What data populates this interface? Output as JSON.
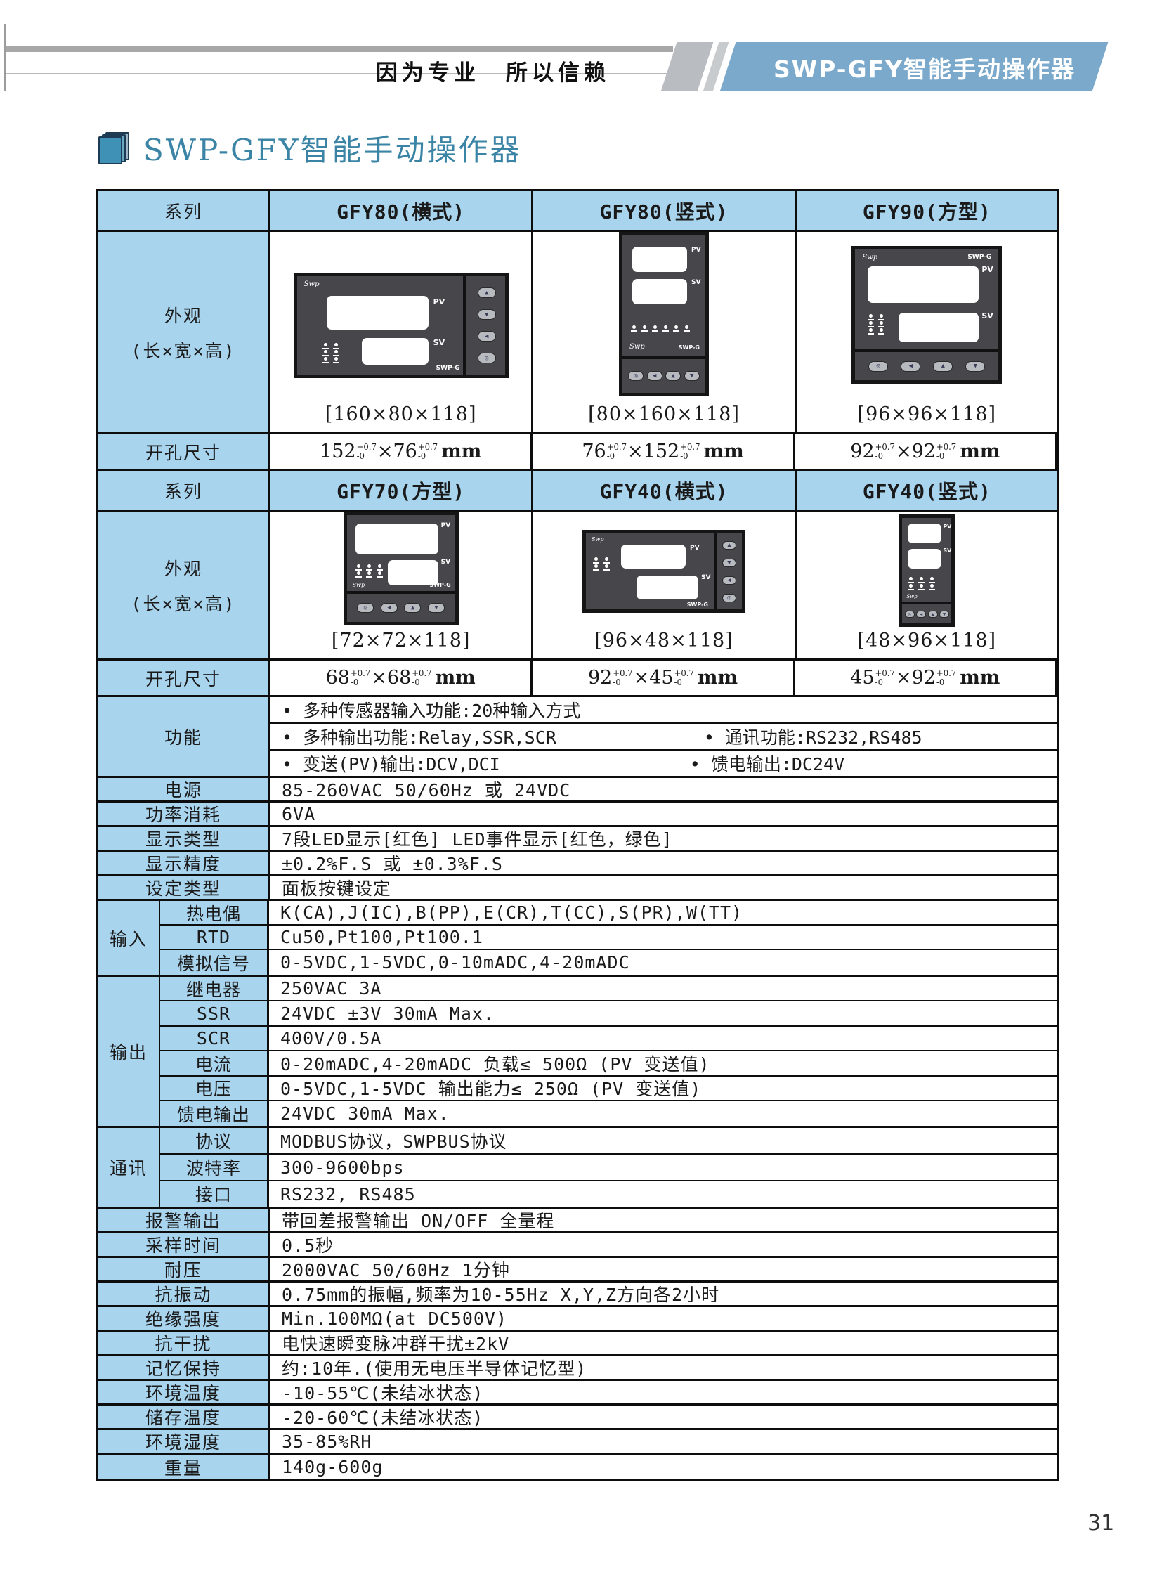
{
  "page": {
    "header_left": "因为专业　所以信赖",
    "header_right": "SWP-GFY智能手动操作器",
    "title": "SWP-GFY智能手动操作器",
    "page_number": "31"
  },
  "device": {
    "pv": "PV",
    "sv": "SV",
    "logo": "Swp",
    "model": "SWP-G"
  },
  "table": {
    "series_label": "系列",
    "appearance_label": "外观",
    "appearance_sublabel": "(长×宽×高)",
    "hole_label": "开孔尺寸",
    "times": "×",
    "unit": "mm",
    "tol_plus": "+0.7",
    "tol_minus": "-0",
    "models1": [
      "GFY80(横式)",
      "GFY80(竖式)",
      "GFY90(方型)"
    ],
    "dims1": [
      "[160×80×118]",
      "[80×160×118]",
      "[96×96×118]"
    ],
    "holes1": [
      {
        "a": "152",
        "b": "76"
      },
      {
        "a": "76",
        "b": "152"
      },
      {
        "a": "92",
        "b": "92"
      }
    ],
    "models2": [
      "GFY70(方型)",
      "GFY40(横式)",
      "GFY40(竖式)"
    ],
    "dims2": [
      "[72×72×118]",
      "[96×48×118]",
      "[48×96×118]"
    ],
    "holes2": [
      {
        "a": "68",
        "b": "68"
      },
      {
        "a": "92",
        "b": "45"
      },
      {
        "a": "45",
        "b": "92"
      }
    ],
    "features": {
      "label": "功能",
      "rows": [
        [
          "• 多种传感器输入功能:20种输入方式",
          ""
        ],
        [
          "• 多种输出功能:Relay,SSR,SCR",
          "• 通讯功能:RS232,RS485"
        ],
        [
          "• 变送(PV)输出:DCV,DCI",
          "• 馈电输出:DC24V"
        ]
      ]
    },
    "simple1": [
      {
        "label": "电源",
        "value": "85-260VAC  50/60Hz 或 24VDC"
      },
      {
        "label": "功率消耗",
        "value": "6VA"
      },
      {
        "label": "显示类型",
        "value": "7段LED显示[红色]     LED事件显示[红色，绿色]"
      },
      {
        "label": "显示精度",
        "value": "±0.2%F.S 或 ±0.3%F.S"
      },
      {
        "label": "设定类型",
        "value": "面板按键设定"
      }
    ],
    "groups": [
      {
        "label": "输入",
        "rows": [
          {
            "label": "热电偶",
            "value": "K(CA),J(IC),B(PP),E(CR),T(CC),S(PR),W(TT)"
          },
          {
            "label": "RTD",
            "value": "Cu50,Pt100,Pt100.1"
          },
          {
            "label": "模拟信号",
            "value": "0-5VDC,1-5VDC,0-10mADC,4-20mADC"
          }
        ]
      },
      {
        "label": "输出",
        "rows": [
          {
            "label": "继电器",
            "value": "250VAC 3A"
          },
          {
            "label": "SSR",
            "value": "24VDC ±3V 30mA Max."
          },
          {
            "label": "SCR",
            "value": "400V/0.5A"
          },
          {
            "label": "电流",
            "value": "0-20mADC,4-20mADC 负载≤ 500Ω (PV 变送值)"
          },
          {
            "label": "电压",
            "value": "0-5VDC,1-5VDC 输出能力≤ 250Ω (PV 变送值)"
          },
          {
            "label": "馈电输出",
            "value": "24VDC 30mA Max."
          }
        ]
      },
      {
        "label": "通讯",
        "rows": [
          {
            "label": "协议",
            "value": "MODBUS协议，SWPBUS协议"
          },
          {
            "label": "波特率",
            "value": "300-9600bps"
          },
          {
            "label": "接口",
            "value": "RS232, RS485"
          }
        ]
      }
    ],
    "simple2": [
      {
        "label": "报警输出",
        "value": "带回差报警输出   ON/OFF 全量程"
      },
      {
        "label": "采样时间",
        "value": "0.5秒"
      },
      {
        "label": "耐压",
        "value": "2000VAC 50/60Hz 1分钟"
      },
      {
        "label": "抗振动",
        "value": "0.75mm的振幅,频率为10-55Hz X,Y,Z方向各2小时"
      },
      {
        "label": "绝缘强度",
        "value": "Min.100MΩ(at DC500V)"
      },
      {
        "label": "抗干扰",
        "value": "电快速瞬变脉冲群干扰±2kV"
      },
      {
        "label": "记忆保持",
        "value": "约:10年.(使用无电压半导体记忆型)"
      },
      {
        "label": "环境温度",
        "value": "-10-55℃(未结冰状态)"
      },
      {
        "label": "储存温度",
        "value": "-20-60℃(未结冰状态)"
      },
      {
        "label": "环境湿度",
        "value": "35-85%RH"
      },
      {
        "label": "重量",
        "value": "140g-600g"
      }
    ]
  }
}
